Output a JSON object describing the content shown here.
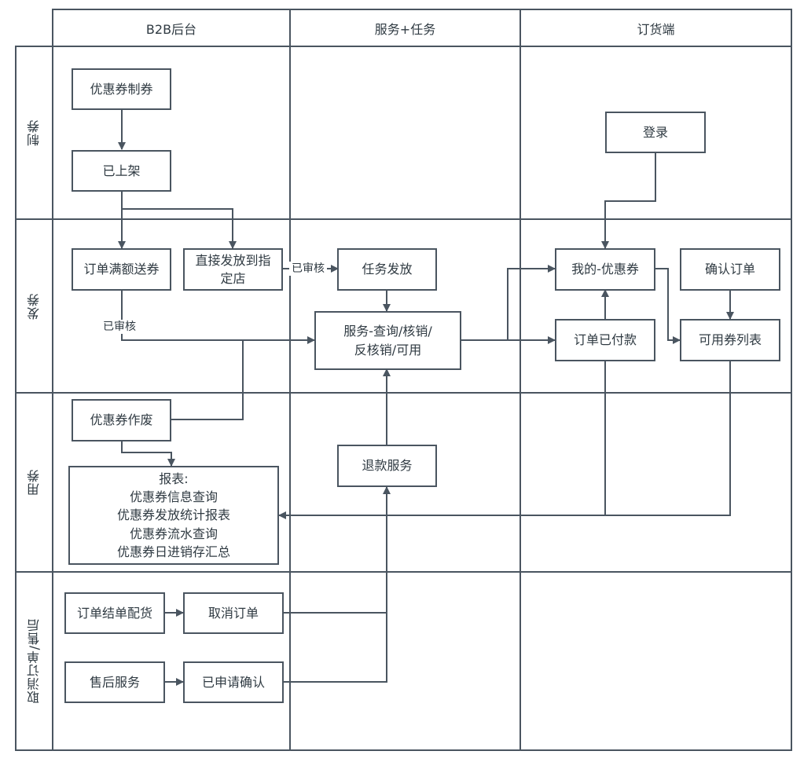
{
  "columns": [
    "B2B后台",
    "服务+任务",
    "订货端"
  ],
  "rows": [
    "制券",
    "发券",
    "用券",
    "取消订单/售后"
  ],
  "nodes": {
    "coupon_make": "优惠券制券",
    "on_shelf": "已上架",
    "order_full_gift": "订单满额送券",
    "direct_issue": "直接发放到指\n定店",
    "task_issue": "任务发放",
    "service_query": "服务-查询/核销/\n反核销/可用",
    "coupon_void": "优惠券作废",
    "report": "报表:\n优惠券信息查询\n优惠券发放统计报表\n优惠券流水查询\n优惠券日进销存汇总",
    "refund_service": "退款服务",
    "order_settle": "订单结单配货",
    "cancel_order": "取消订单",
    "after_sales": "售后服务",
    "applied_confirm": "已申请确认",
    "login": "登录",
    "my_coupon": "我的-优惠券",
    "confirm_order": "确认订单",
    "order_paid": "订单已付款",
    "available_list": "可用券列表"
  },
  "edge_labels": {
    "approved_1": "已审核",
    "approved_2": "已审核"
  }
}
